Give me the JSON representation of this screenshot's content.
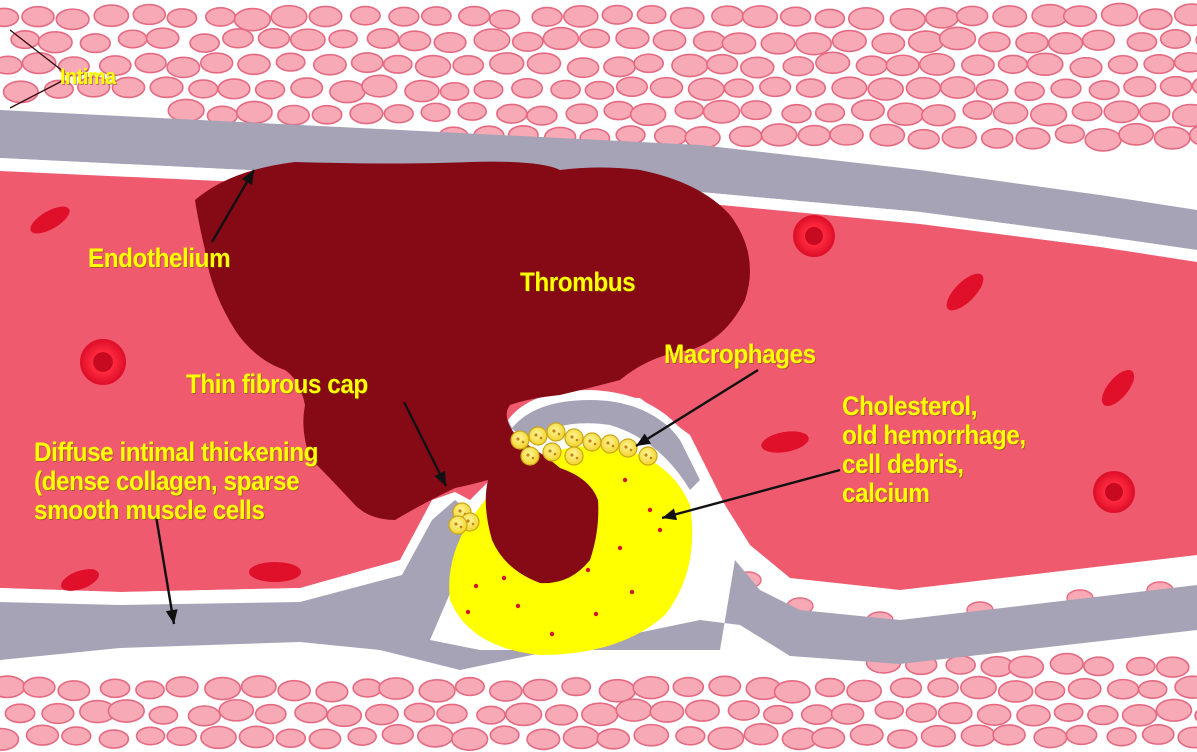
{
  "labels": {
    "intima": "Intima",
    "endothelium": "Endothelium",
    "thrombus": "Thrombus",
    "macrophages": "Macrophages",
    "thin_fibrous_cap": "Thin fibrous cap",
    "cholesterol": [
      "Cholesterol,",
      "old hemorrhage,",
      "cell debris,",
      "calcium"
    ],
    "diffuse": [
      "Diffuse intimal thickening",
      "(dense collagen, sparse",
      "smooth muscle cells"
    ]
  },
  "colors": {
    "background": "#ffffff",
    "tissue_cell_fill": "#f7a9b5",
    "tissue_cell_edge": "#e46a82",
    "vessel_wall": "#a6a3b6",
    "lumen": "#ef5a6f",
    "thrombus": "#860916",
    "lipid_core": "#ffff00",
    "red_cell": "#e0102a",
    "label_text": "#ffff00",
    "arrow": "#111111"
  }
}
